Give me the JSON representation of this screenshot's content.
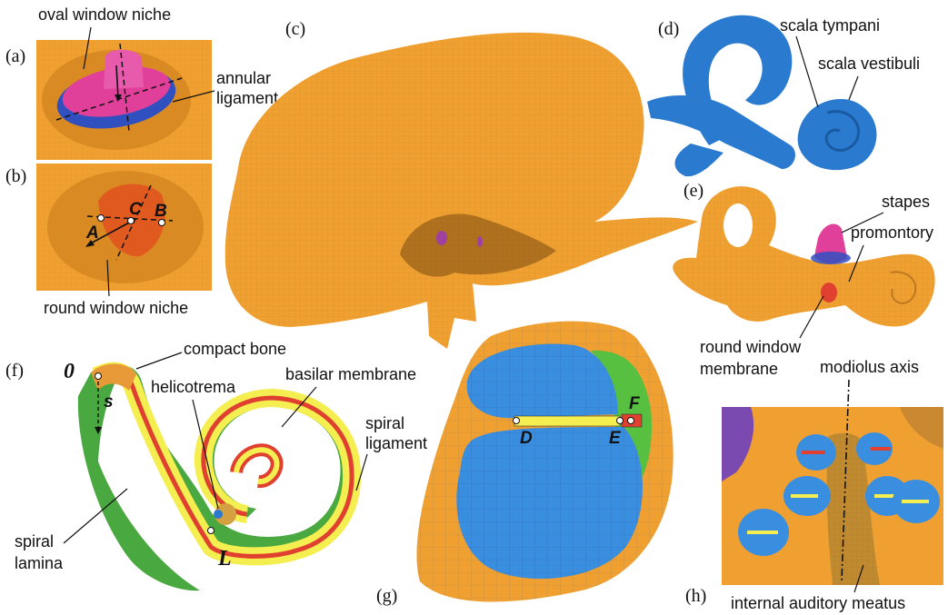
{
  "panels": {
    "a": {
      "tag": "(a)",
      "labels": {
        "oval_window_niche": "oval window niche",
        "annular_ligament_1": "annular",
        "annular_ligament_2": "ligament"
      }
    },
    "b": {
      "tag": "(b)",
      "points": {
        "A": "A",
        "B": "B",
        "C": "C"
      },
      "labels": {
        "round_window_niche": "round window niche"
      }
    },
    "c": {
      "tag": "(c)"
    },
    "d": {
      "tag": "(d)",
      "labels": {
        "scala_tympani": "scala tympani",
        "scala_vestibuli": "scala vestibuli"
      }
    },
    "e": {
      "tag": "(e)",
      "labels": {
        "stapes": "stapes",
        "promontory": "promontory",
        "rwm_1": "round window",
        "rwm_2": "membrane"
      }
    },
    "f": {
      "tag": "(f)",
      "labels": {
        "compact_bone": "compact bone",
        "helicotrema": "helicotrema",
        "basilar_membrane": "basilar membrane",
        "spiral_ligament_1": "spiral",
        "spiral_ligament_2": "ligament",
        "spiral_lamina_1": "spiral",
        "spiral_lamina_2": "lamina"
      },
      "marks": {
        "zero": "0",
        "s": "s",
        "L": "L"
      }
    },
    "g": {
      "tag": "(g)",
      "points": {
        "D": "D",
        "E": "E",
        "F": "F"
      }
    },
    "h": {
      "tag": "(h)",
      "labels": {
        "modiolus_axis": "modiolus axis",
        "internal_auditory_meatus": "internal auditory meatus"
      }
    }
  },
  "colors": {
    "bone": "#f0a030",
    "magenta": "#e0409a",
    "blue_ring": "#3050c0",
    "scala_blue": "#3a8ee0",
    "membrane_yellow": "#f4ee50",
    "ligament_green": "#58c040",
    "red": "#e04030",
    "rw_red": "#e06020"
  }
}
